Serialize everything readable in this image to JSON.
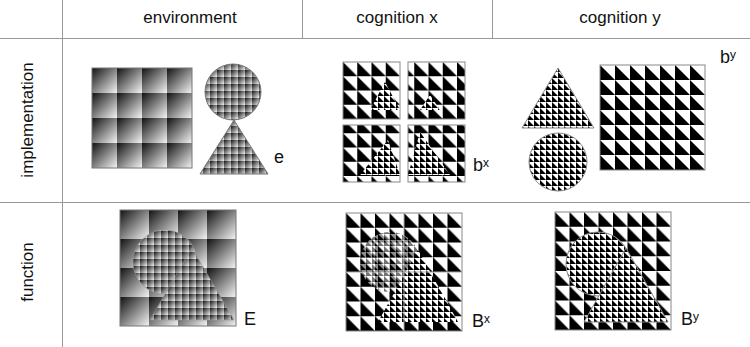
{
  "diagram": {
    "labels": [
      "environment",
      "cognition x",
      "cognition y",
      "implementation",
      "function",
      "e",
      "bˣ",
      "bʸ",
      "E",
      "Bˣ",
      "Bʸ"
    ]
  }
}
